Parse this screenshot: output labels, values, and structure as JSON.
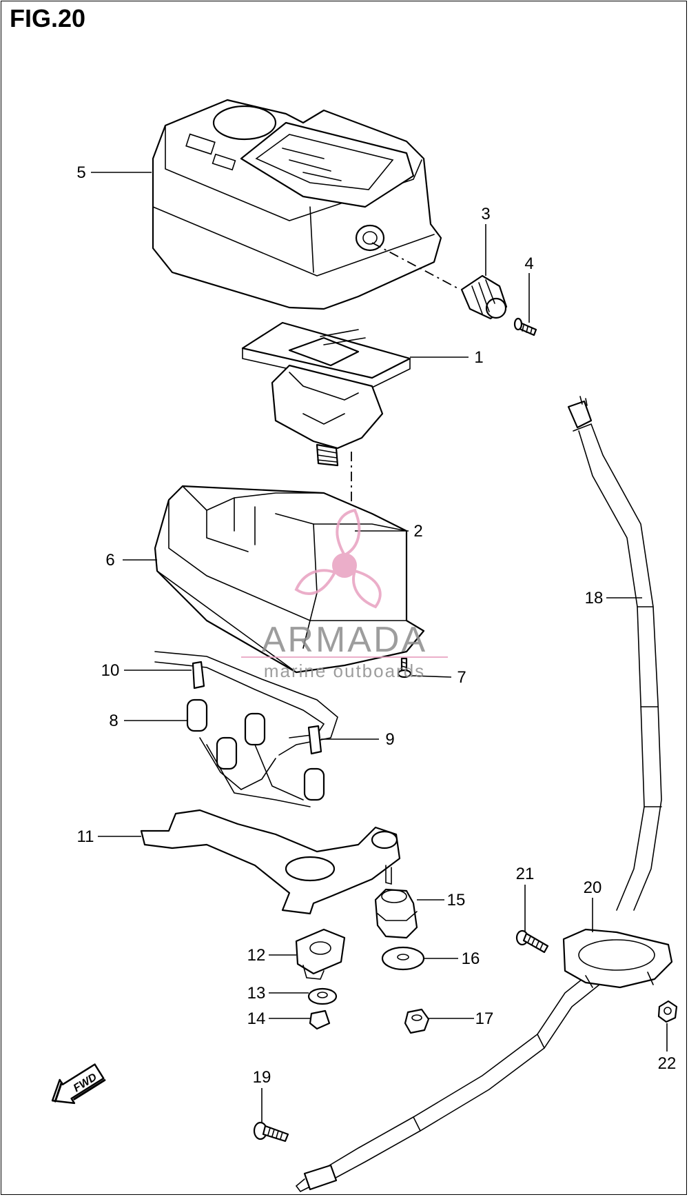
{
  "figure": {
    "title": "FIG.20"
  },
  "callouts": [
    {
      "id": "1",
      "label": "1"
    },
    {
      "id": "2",
      "label": "2"
    },
    {
      "id": "3",
      "label": "3"
    },
    {
      "id": "4",
      "label": "4"
    },
    {
      "id": "5",
      "label": "5"
    },
    {
      "id": "6",
      "label": "6"
    },
    {
      "id": "7",
      "label": "7"
    },
    {
      "id": "8",
      "label": "8"
    },
    {
      "id": "9",
      "label": "9"
    },
    {
      "id": "10",
      "label": "10"
    },
    {
      "id": "11",
      "label": "11"
    },
    {
      "id": "12",
      "label": "12"
    },
    {
      "id": "13",
      "label": "13"
    },
    {
      "id": "14",
      "label": "14"
    },
    {
      "id": "15",
      "label": "15"
    },
    {
      "id": "16",
      "label": "16"
    },
    {
      "id": "17",
      "label": "17"
    },
    {
      "id": "18",
      "label": "18"
    },
    {
      "id": "19",
      "label": "19"
    },
    {
      "id": "20",
      "label": "20"
    },
    {
      "id": "21",
      "label": "21"
    },
    {
      "id": "22",
      "label": "22"
    }
  ],
  "direction_marker": {
    "label": "FWD",
    "icon": "fwd-arrow-icon"
  },
  "watermark": {
    "brand": "ARMADA",
    "tagline": "marine outboards",
    "icon": "propeller-logo-icon",
    "color": "#e8a0c0"
  }
}
